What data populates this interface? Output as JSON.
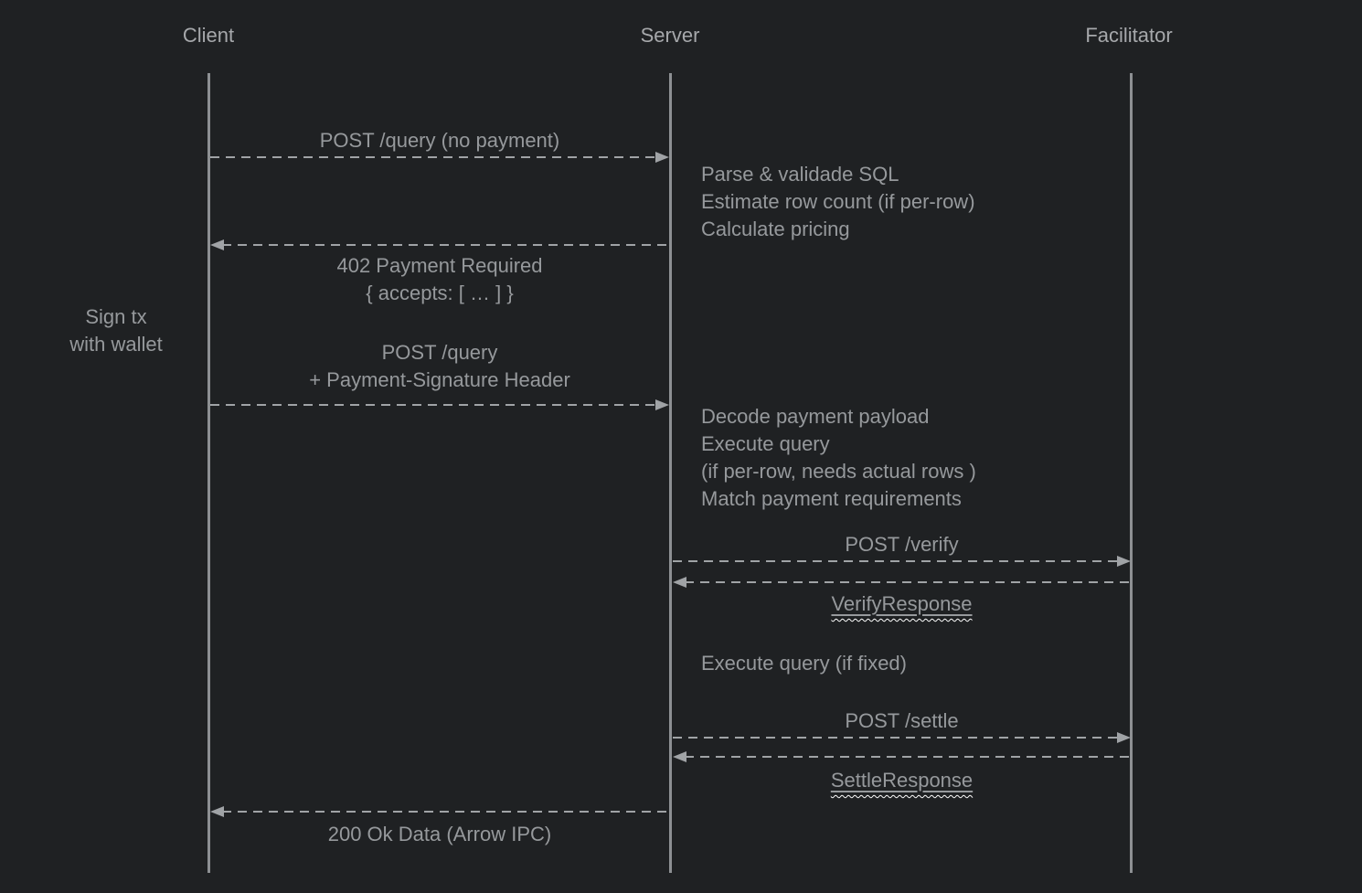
{
  "colors": {
    "background": "#1f2123",
    "text": "#96999c",
    "header_text": "#a6a8ab",
    "line": "#a0a3a6",
    "lifeline": "#8d9093",
    "squiggle": "#ffffff"
  },
  "actors": {
    "client": "Client",
    "server": "Server",
    "facilitator": "Facilitator"
  },
  "messages": {
    "post_query_no_payment": "POST /query (no payment)",
    "payment_required_line1": "402 Payment Required",
    "payment_required_line2": "{ accepts: [ … ] }",
    "post_query_signed_line1": "POST /query",
    "post_query_signed_line2": "+ Payment-Signature Header",
    "post_verify": "POST /verify",
    "verify_response": "VerifyResponse",
    "post_settle": "POST /settle",
    "settle_response": "SettleResponse",
    "ok_data": "200 Ok Data (Arrow IPC)"
  },
  "notes": {
    "server_pricing": [
      "Parse & validade SQL",
      "Estimate row count (if per-row)",
      "Calculate pricing"
    ],
    "client_sign": [
      "Sign tx",
      "with wallet"
    ],
    "server_decode": [
      "Decode payment payload",
      "Execute query",
      "(if per-row, needs actual rows )",
      "Match payment requirements"
    ],
    "server_execute_fixed": [
      "Execute query (if fixed)"
    ]
  }
}
